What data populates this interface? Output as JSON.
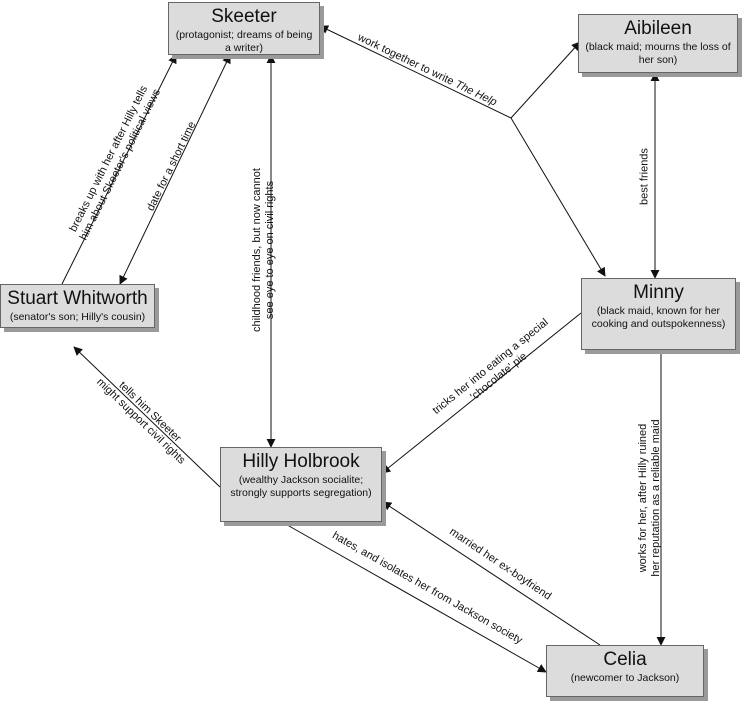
{
  "nodes": {
    "skeeter": {
      "name": "Skeeter",
      "desc": "(protagonist; dreams of being a writer)"
    },
    "aibileen": {
      "name": "Aibileen",
      "desc": "(black maid; mourns the loss of her son)"
    },
    "stuart": {
      "name": "Stuart Whitworth",
      "desc": "(senator's son; Hilly's cousin)"
    },
    "minny": {
      "name": "Minny",
      "desc": "(black maid, known for her cooking and outspokenness)"
    },
    "hilly": {
      "name": "Hilly Holbrook",
      "desc": "(wealthy Jackson socialite; strongly supports segregation)"
    },
    "celia": {
      "name": "Celia",
      "desc": "(newcomer to Jackson)"
    }
  },
  "relationships": {
    "work_together": {
      "text": "work together to write ",
      "italic": "The Help"
    },
    "breaks_up": {
      "line1": "breaks up with her after Hilly tells",
      "line2": "him about Skeeter's political views"
    },
    "date": {
      "text": "date for a short time"
    },
    "childhood": {
      "line1": "childhood friends, but now cannot",
      "line2": "see eye to eye on civil rights"
    },
    "best_friends": {
      "text": "best friends"
    },
    "tricks": {
      "line1": "tricks her into eating a special",
      "line2": "'chocolate' pie"
    },
    "works_for": {
      "line1": "works for her, after Hilly ruined",
      "line2": "her reputation as a reliable maid"
    },
    "tells_him": {
      "line1": "tells him Skeeter",
      "line2": "might support civil rights"
    },
    "married": {
      "text": "married her ex-boyfriend"
    },
    "hates": {
      "text": "hates, and isolates her from Jackson society"
    }
  },
  "colors": {
    "node_fill": "#dcdcdc",
    "node_border": "#666666",
    "node_shadow": "#9a9a9a",
    "line": "#111111"
  }
}
